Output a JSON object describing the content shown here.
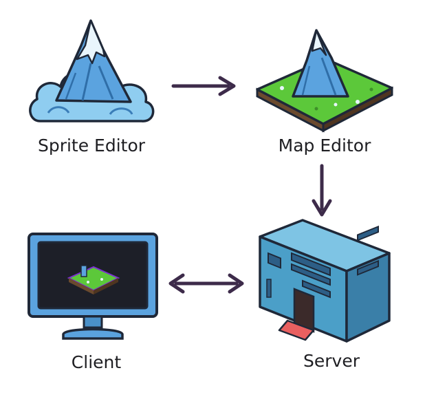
{
  "nodes": {
    "sprite_editor": {
      "label": "Sprite Editor",
      "icon": "mountain-cloud-icon"
    },
    "map_editor": {
      "label": "Map Editor",
      "icon": "map-tile-icon"
    },
    "server": {
      "label": "Server",
      "icon": "server-icon"
    },
    "client": {
      "label": "Client",
      "icon": "monitor-icon"
    }
  },
  "edges": [
    {
      "from": "sprite_editor",
      "to": "map_editor",
      "direction": "forward"
    },
    {
      "from": "map_editor",
      "to": "server",
      "direction": "forward"
    },
    {
      "from": "client",
      "to": "server",
      "direction": "bidirectional"
    }
  ],
  "colors": {
    "arrow": "#3d2b4a",
    "outline": "#1f2838",
    "sky_blue": "#5ba3df",
    "cloud_blue": "#8fcdf0",
    "grass": "#5cc83a",
    "grass_dark": "#3e8f2a",
    "server_body": "#4b9fc8",
    "server_light": "#7ec4e4",
    "screen": "#1d1f28",
    "tongue": "#e96060"
  }
}
